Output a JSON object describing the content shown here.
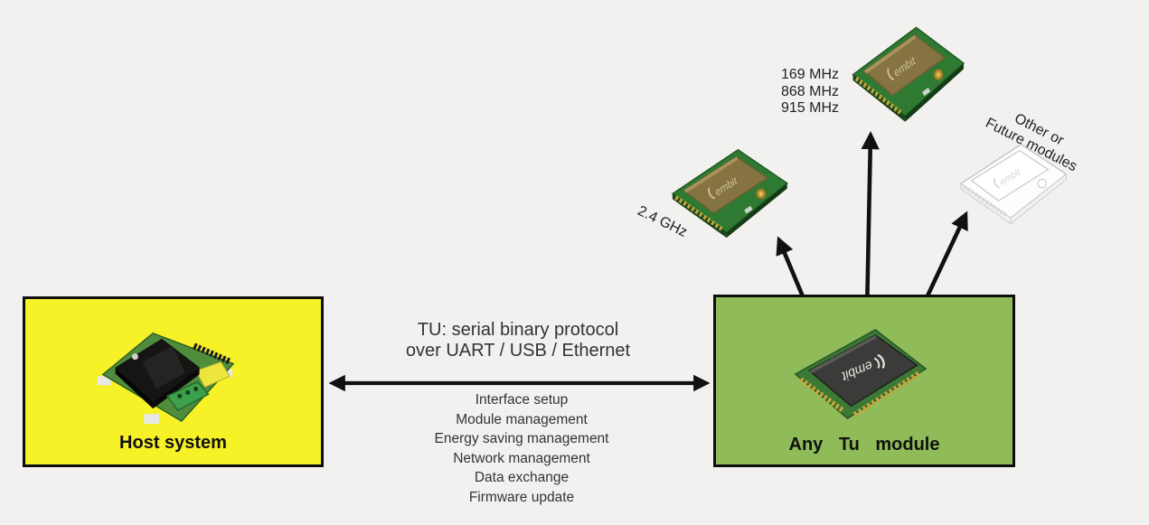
{
  "host_box": {
    "label": "Host system"
  },
  "module_box": {
    "label": "Any Tu module",
    "chip_logo": "embit"
  },
  "link": {
    "protocol_line1": "TU: serial binary protocol",
    "protocol_line2": "over UART / USB / Ethernet",
    "features": [
      "Interface setup",
      "Module management",
      "Energy saving management",
      "Network management",
      "Data exchange",
      "Firmware update"
    ]
  },
  "radios": {
    "r24": {
      "label": "2.4 GHz",
      "logo": "embit"
    },
    "subghz": {
      "lines": [
        "169 MHz",
        "868 MHz",
        "915 MHz"
      ],
      "logo": "embit"
    },
    "future": {
      "lines": [
        "Other or",
        "Future modules"
      ]
    }
  },
  "colors": {
    "background": "#f2f1ef",
    "host_fill": "#f7f128",
    "module_fill": "#8fbc59",
    "box_border": "#0d0d0d",
    "arrow": "#111111"
  }
}
